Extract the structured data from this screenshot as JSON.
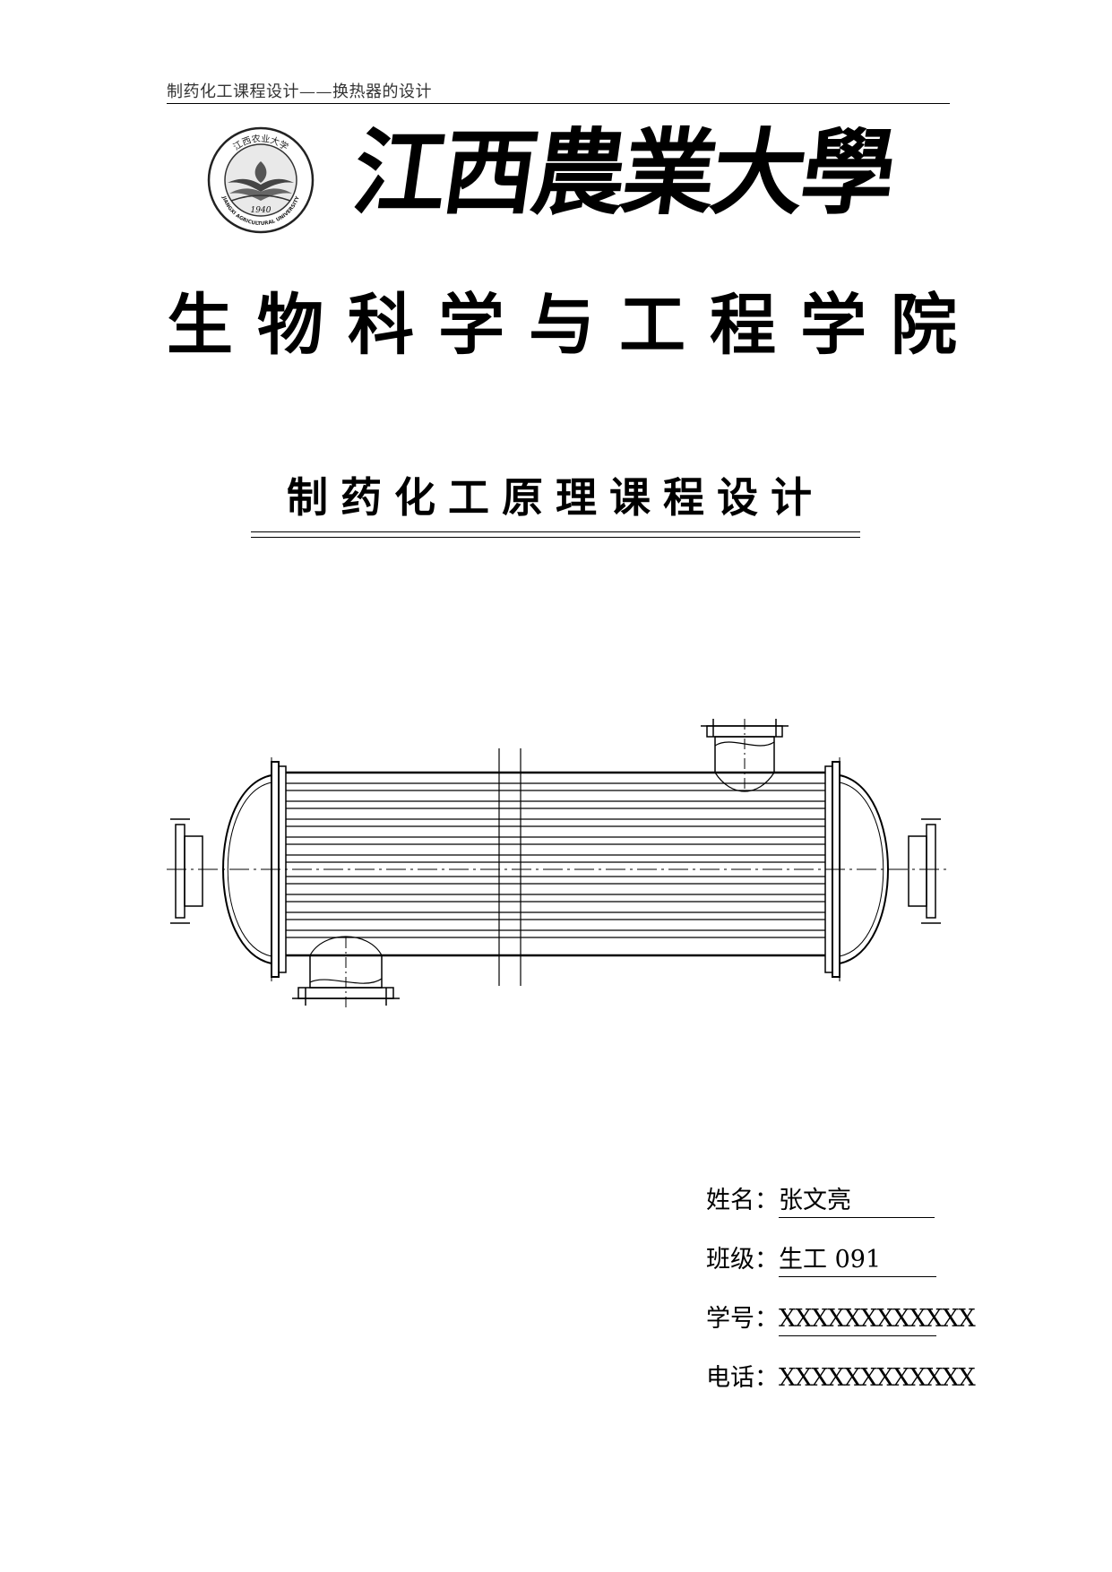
{
  "header": {
    "text": "制药化工课程设计——换热器的设计"
  },
  "university": {
    "name": "江西農業大學",
    "logo": {
      "icon": "university-seal",
      "top_text": "江西农业大学",
      "year": "1940",
      "english": "JIANGXI AGRICULTURAL UNIVERSITY"
    }
  },
  "school": "生物科学与工程学院",
  "course_title": "制药化工原理课程设计",
  "student": {
    "name_label": "姓名：",
    "name_value": "张文亮",
    "class_label": "班级：",
    "class_value": "生工 091",
    "id_label": "学号：",
    "id_value": "XXXXXXXXXXXX",
    "phone_label": "电话：",
    "phone_value": "XXXXXXXXXXXX"
  }
}
